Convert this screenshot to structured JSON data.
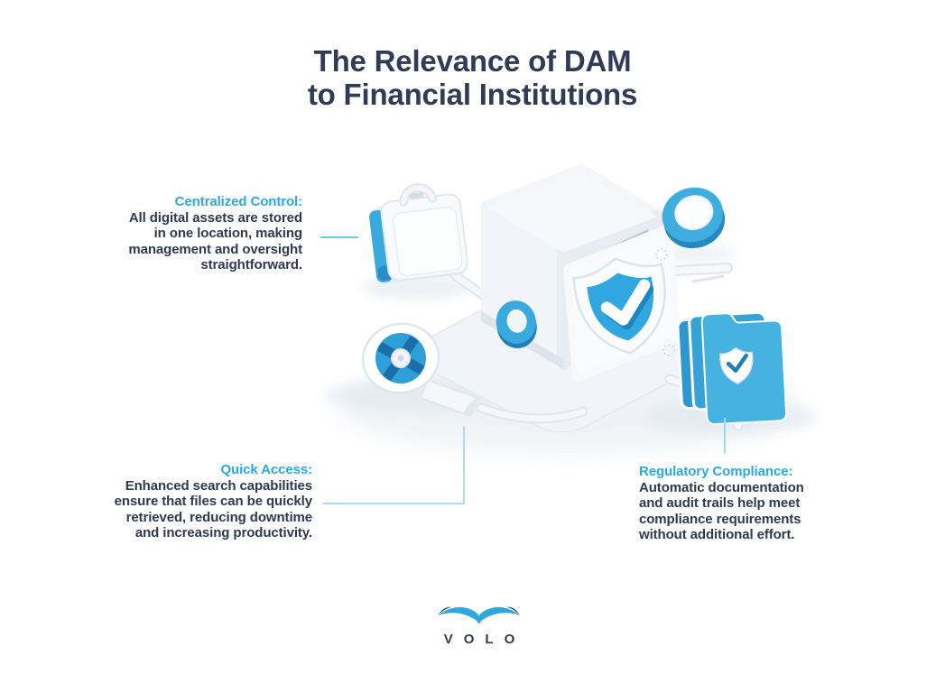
{
  "title": {
    "line1": "The Relevance of DAM",
    "line2": "to Financial Institutions"
  },
  "callouts": [
    {
      "id": "centralized-control",
      "heading": "Centralized Control:",
      "lines": [
        "All digital assets are stored",
        "in one location, making",
        "management and oversight",
        "straightforward."
      ]
    },
    {
      "id": "quick-access",
      "heading": "Quick Access:",
      "lines": [
        "Enhanced search capabilities",
        "ensure that files can be quickly",
        "retrieved, reducing downtime",
        "and increasing productivity."
      ]
    },
    {
      "id": "regulatory-compliance",
      "heading": "Regulatory Compliance:",
      "lines": [
        "Automatic documentation",
        "and audit trails help meet",
        "compliance requirements",
        "without additional effort."
      ]
    }
  ],
  "illustration": {
    "icons": [
      "briefcase-icon",
      "vault-safe-icon",
      "shield-check-icon",
      "torus-ring-icon",
      "grommet-ring-icon",
      "search-dial-icon",
      "secure-folders-icon"
    ]
  },
  "logo": {
    "wordmark": "VOLO",
    "icon": "bird-icon"
  },
  "colors": {
    "accent_cyan": "#29abe2",
    "navy": "#2e3a51",
    "illustration_blue": "#3aa9dd",
    "illustration_blue_dark": "#1f7fbc",
    "background": "#ffffff"
  }
}
